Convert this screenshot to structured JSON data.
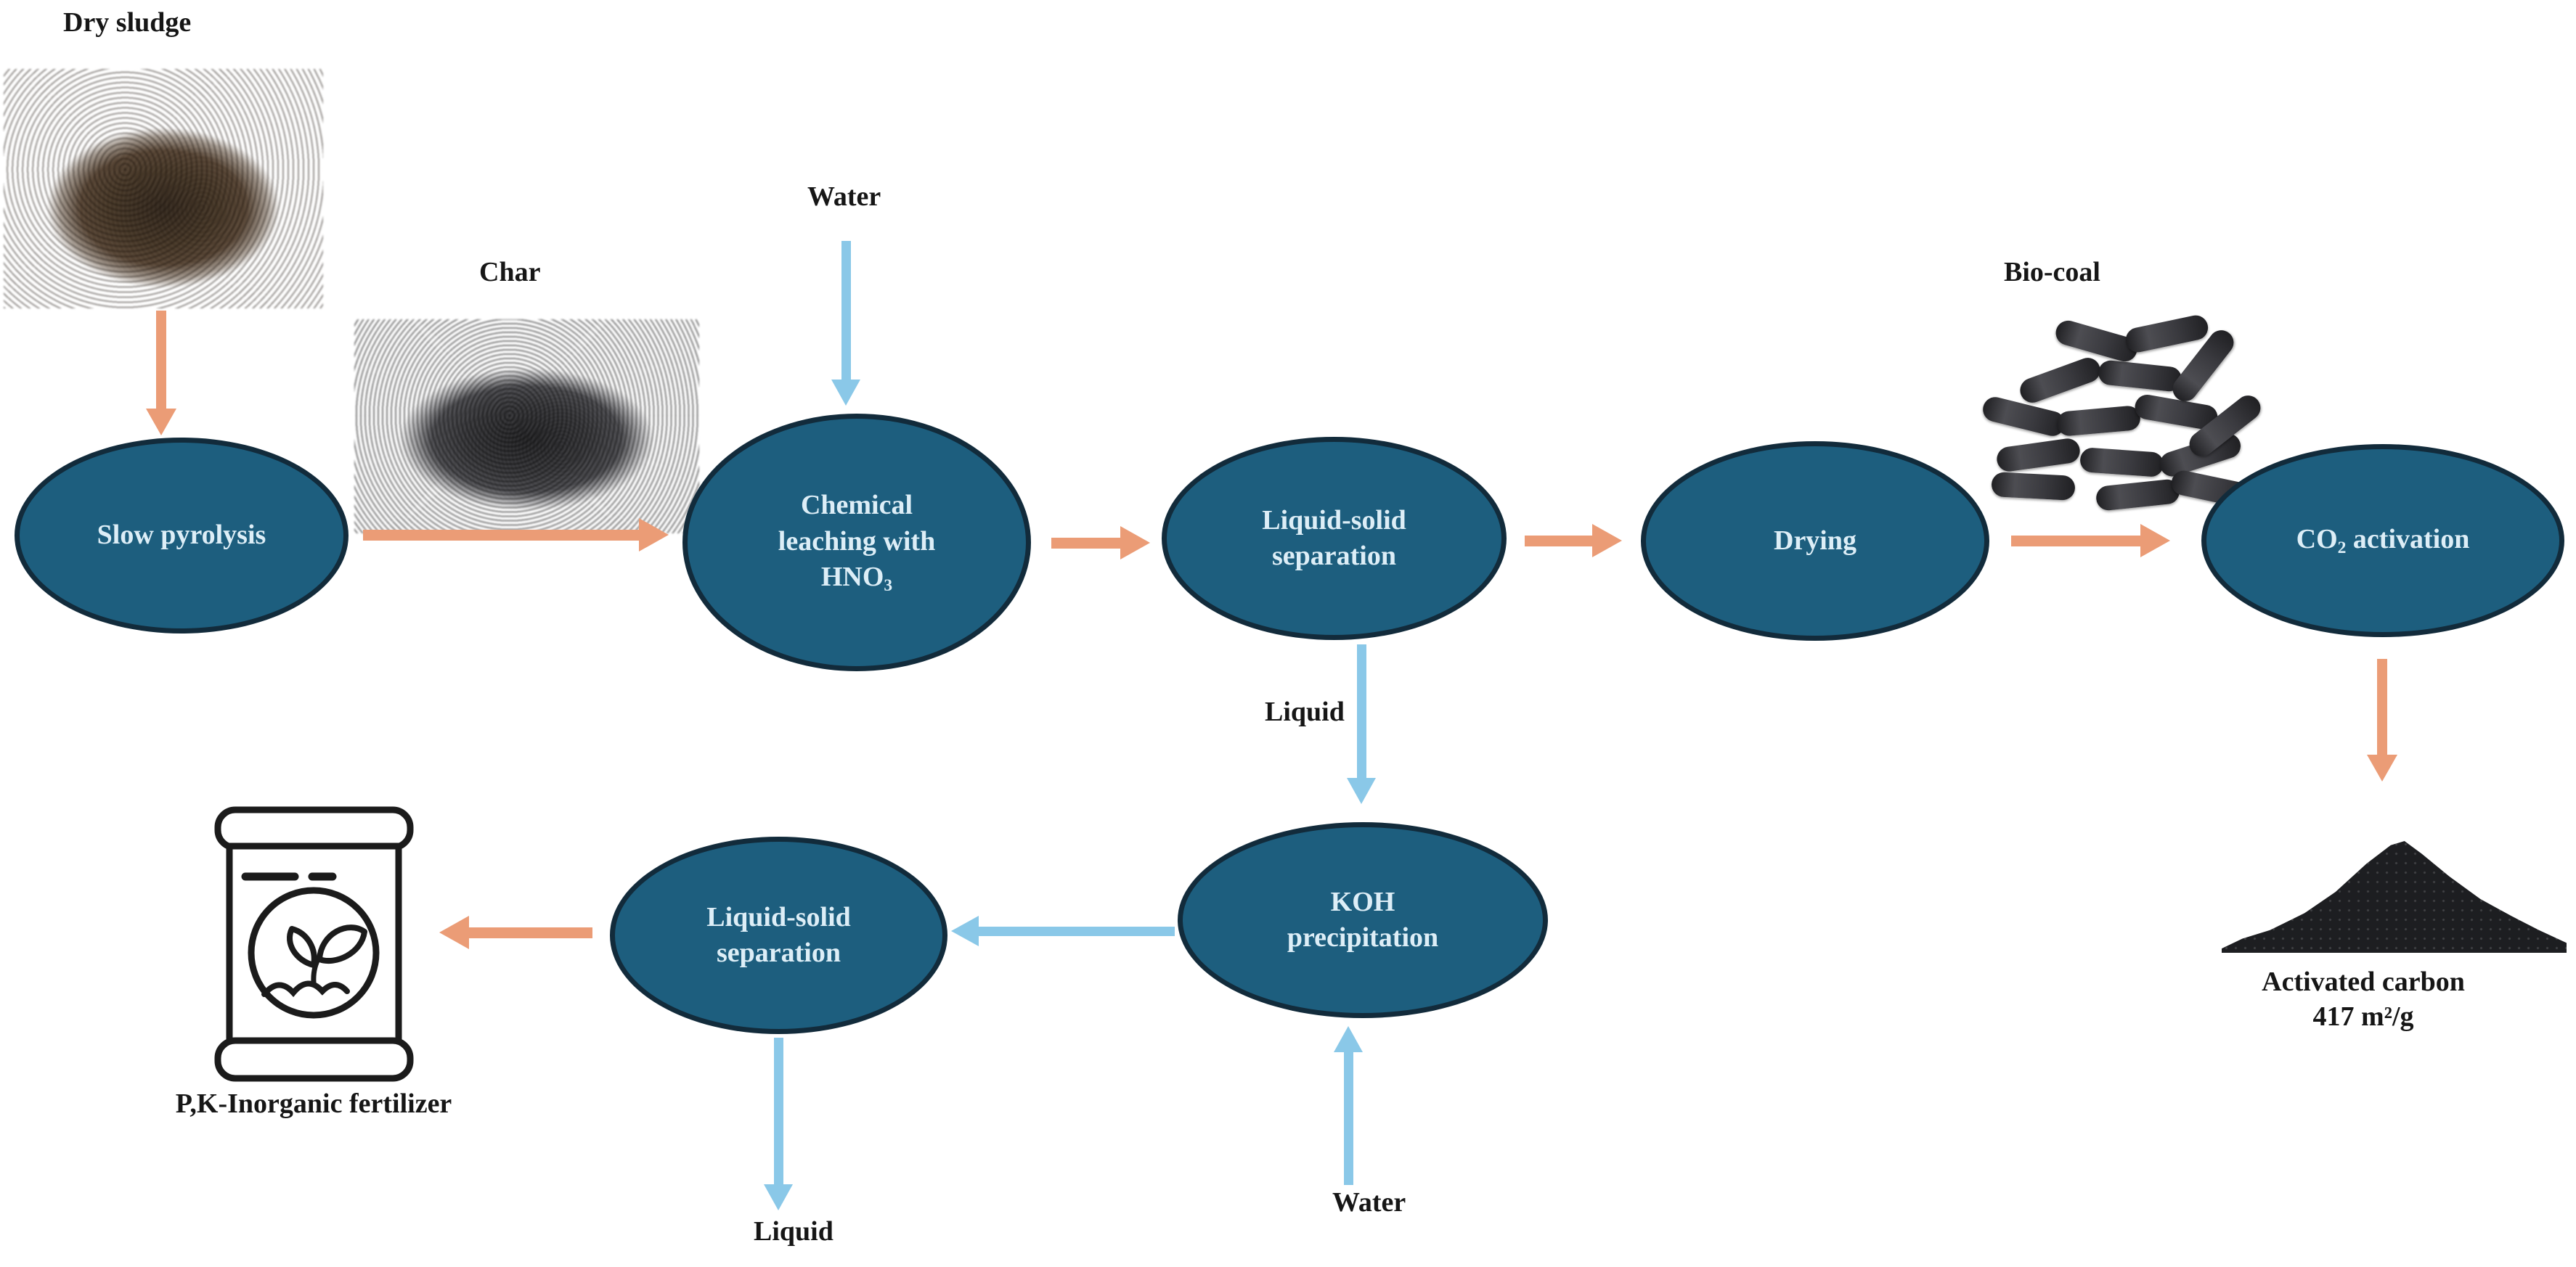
{
  "nodes": {
    "slow_pyrolysis": {
      "label": "Slow pyrolysis"
    },
    "chemical_leaching": {
      "line1": "Chemical",
      "line2": "leaching with",
      "chem": "HNO",
      "chem_sub": "3"
    },
    "liquid_solid_1": {
      "line1": "Liquid-solid",
      "line2": "separation"
    },
    "drying": {
      "label": "Drying"
    },
    "co2_activation": {
      "chem": "CO",
      "chem_sub": "2",
      "rest": " activation"
    },
    "koh_precipitation": {
      "line1": "KOH",
      "line2": "precipitation"
    },
    "liquid_solid_2": {
      "line1": "Liquid-solid",
      "line2": "separation"
    }
  },
  "labels": {
    "dry_sludge": "Dry sludge",
    "char": "Char",
    "water_top": "Water",
    "bio_coal": "Bio-coal",
    "liquid_mid": "Liquid",
    "activated_carbon_line1": "Activated carbon",
    "activated_carbon_line2": "417 m²/g",
    "fertilizer": "P,K-Inorganic fertilizer",
    "liquid_bottom": "Liquid",
    "water_bottom": "Water"
  },
  "colors": {
    "node_fill": "#1d5e7e",
    "node_border": "#122b3b",
    "node_text": "#ddeef7",
    "arrow_orange": "#eb9c76",
    "arrow_blue": "#8ac8e8",
    "label_text": "#161616"
  }
}
